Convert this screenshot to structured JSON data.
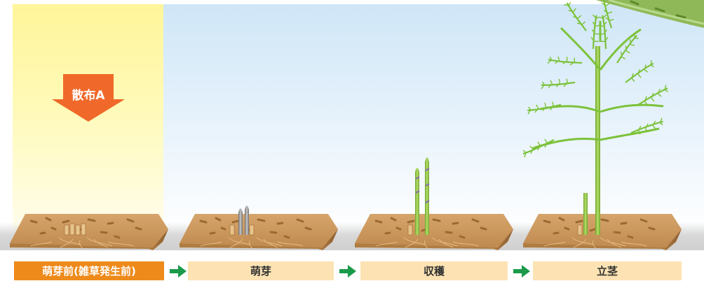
{
  "arrow": {
    "label": "散布A",
    "color": "#f0692a"
  },
  "stages": [
    {
      "label": "萌芽前(雑草発生前)",
      "active": true
    },
    {
      "label": "萌芽",
      "active": false
    },
    {
      "label": "収穫",
      "active": false
    },
    {
      "label": "立茎",
      "active": false
    }
  ],
  "colors": {
    "active_stage": "#ee8a1a",
    "inactive_stage": "#fde3b3",
    "flow_arrow": "#1a9a4a",
    "highlight": "#fff59a",
    "soil": "#c9955a",
    "spear": "#8cc63f",
    "fern": "#7cc23a"
  }
}
